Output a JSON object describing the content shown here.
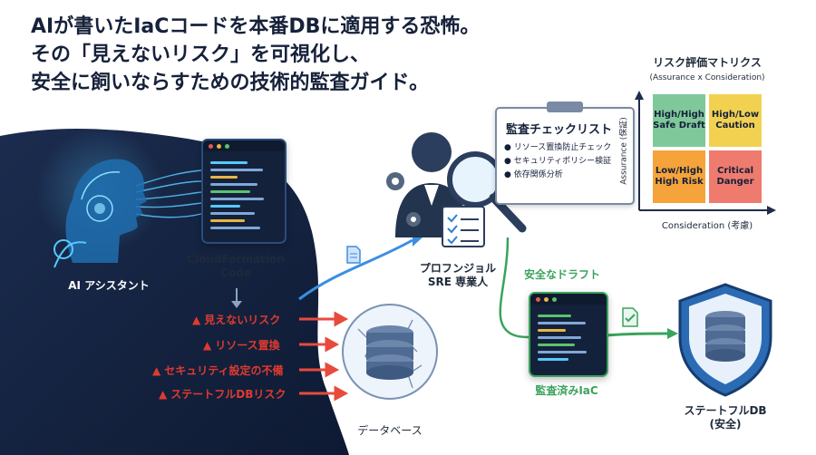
{
  "headline": {
    "line1": "AIが書いたIaCコードを本番DBに適用する恐怖。",
    "line2": "その「見えないリスク」を可視化し、",
    "line3": "安全に飼いならすための技術的監査ガイド。"
  },
  "ai_label": "AI アシスタント",
  "code_label": {
    "line1": "CloudFormation",
    "line2": "Code"
  },
  "risks": [
    {
      "label": "見えないリスク"
    },
    {
      "label": "リソース置換"
    },
    {
      "label": "セキュリティ設定の不備"
    },
    {
      "label": "ステートフルDBリスク"
    }
  ],
  "database_label": "データベース",
  "sre_label": {
    "line1": "プロフンジョル",
    "line2": "SRE 専業人"
  },
  "checklist": {
    "title": "監査チェックリスト",
    "items": [
      "リソース置換防止チェック",
      "セキュリティポリシー検証",
      "依存関係分析"
    ]
  },
  "matrix": {
    "title": "リスク評価マトリクス",
    "subtitle": "(Assurance x Consideration)",
    "y_axis": "Assurance (保証)",
    "x_axis": "Consideration (考慮)",
    "cells": [
      {
        "label": "High/High Safe Draft",
        "color": "#7fc89a"
      },
      {
        "label": "High/Low Caution",
        "color": "#f2d150"
      },
      {
        "label": "Low/High High Risk",
        "color": "#f5a33a"
      },
      {
        "label": "Critical Danger",
        "color": "#ee7b6d"
      }
    ]
  },
  "draft_label": "安全なドラフト",
  "audited_label": "監査済みIaC",
  "safe_db_label": {
    "line1": "ステートフルDB",
    "line2": "(安全)"
  },
  "colors": {
    "navy": "#14213a",
    "risk_red": "#e03a2f",
    "safe_green": "#3aa35c",
    "accent_blue": "#2f7fd0"
  }
}
